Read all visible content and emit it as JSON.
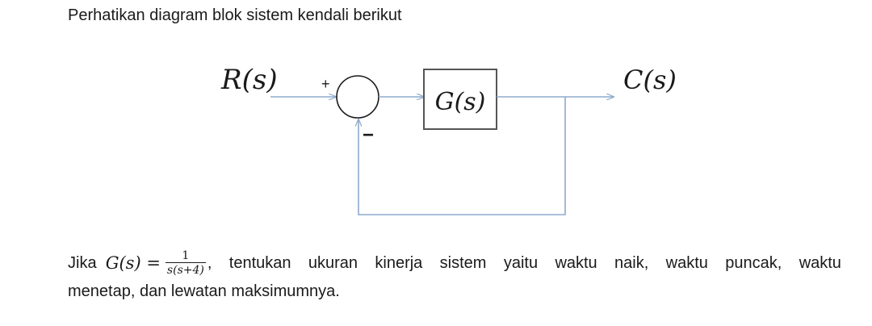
{
  "intro": "Perhatikan diagram blok sistem kendali berikut",
  "diagram": {
    "input_label": "R(s)",
    "output_label": "C(s)",
    "block_label": "G(s)",
    "plus_sign": "+",
    "minus_sign": "−",
    "line_color": "#8eaacb",
    "block_border_color": "#555555"
  },
  "question": {
    "jika": "Jika",
    "lhs": "G(s) =",
    "frac_num": "1",
    "frac_den": "s(s+4)",
    "comma": ",",
    "words": [
      "tentukan",
      "ukuran",
      "kinerja",
      "sistem",
      "yaitu",
      "waktu",
      "naik,",
      "waktu",
      "puncak,",
      "waktu"
    ],
    "line2": "menetap, dan lewatan maksimumnya."
  }
}
